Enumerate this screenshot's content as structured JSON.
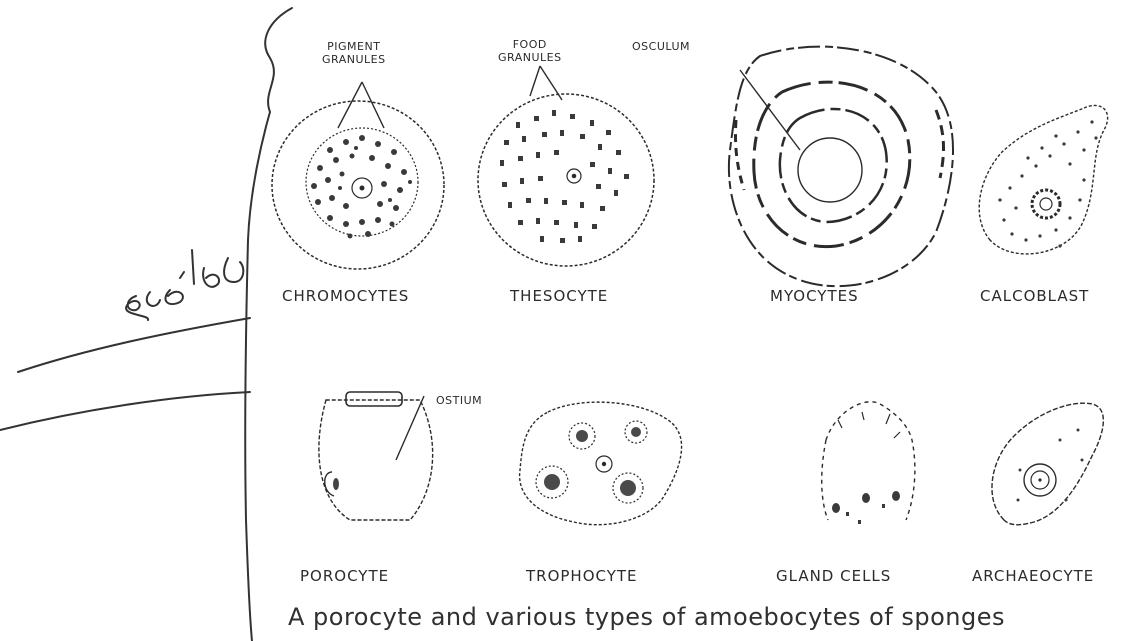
{
  "figure": {
    "caption": "A porocyte and various types of amoebocytes of sponges",
    "cells": [
      {
        "id": "chromocytes",
        "label": "CHROMOCYTES"
      },
      {
        "id": "thesocyte",
        "label": "THESOCYTE"
      },
      {
        "id": "myocytes",
        "label": "MYOCYTES"
      },
      {
        "id": "calcoblast",
        "label": "CALCOBLAST"
      },
      {
        "id": "porocyte",
        "label": "POROCYTE"
      },
      {
        "id": "trophocyte",
        "label": "TROPHOCYTE"
      },
      {
        "id": "gland-cells",
        "label": "GLAND CELLS"
      },
      {
        "id": "archaeocyte",
        "label": "ARCHAEOCYTE"
      }
    ],
    "annotations": {
      "pigment_granules": "PIGMENT GRANULES",
      "food_granules": "FOOD GRANULES",
      "osculum": "OSCULUM",
      "ostium": "OSTIUM"
    }
  },
  "colors": {
    "ink": "#2b2b2b",
    "background": "#ffffff"
  }
}
